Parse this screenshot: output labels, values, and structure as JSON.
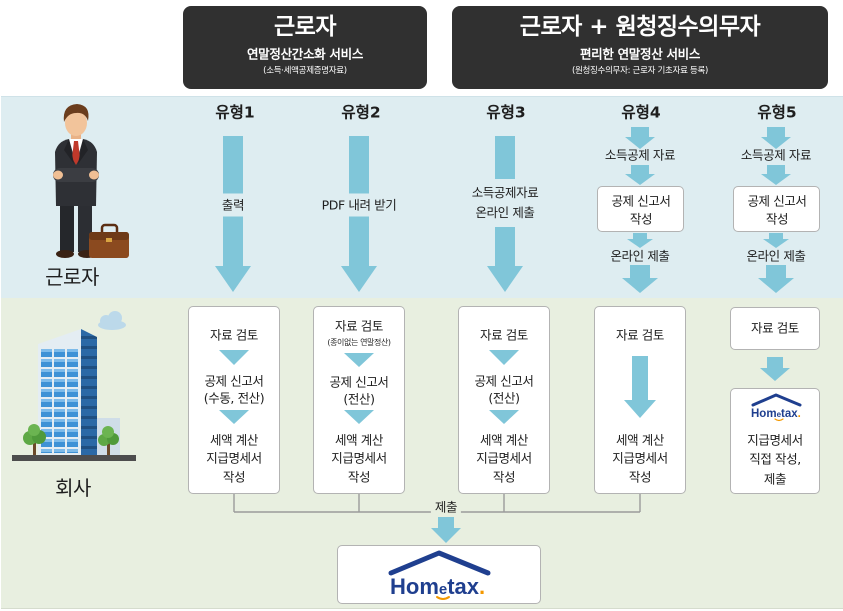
{
  "header": {
    "worker": {
      "title": "근로자",
      "subtitle": "연말정산간소화 서비스",
      "note": "(소득·세액공제증명자료)"
    },
    "worker_and_agent": {
      "title": "근로자 + 원청징수의무자",
      "subtitle": "편리한 연말정산 서비스",
      "note": "(원청징수의무자: 근로자 기초자료 등록)"
    }
  },
  "rows": {
    "worker": "근로자",
    "company": "회사"
  },
  "types": [
    {
      "label": "유형1",
      "worker": {
        "steps": [
          "출력"
        ]
      },
      "company": {
        "review": "자료 검토",
        "form": [
          "공제 신고서",
          "(수동, 전산)"
        ],
        "result": [
          "세액 계산",
          "지급명세서",
          "작성"
        ]
      }
    },
    {
      "label": "유형2",
      "worker": {
        "steps": [
          "PDF 내려 받기"
        ]
      },
      "company": {
        "review": "자료 검토",
        "review_note": "(종이없는 연말정산)",
        "form": [
          "공제 신고서",
          "(전산)"
        ],
        "result": [
          "세액 계산",
          "지급명세서",
          "작성"
        ]
      }
    },
    {
      "label": "유형3",
      "worker": {
        "steps": [
          "소득공제자료",
          "온라인 제출"
        ]
      },
      "company": {
        "review": "자료 검토",
        "form": [
          "공제 신고서",
          "(전산)"
        ],
        "result": [
          "세액 계산",
          "지급명세서",
          "작성"
        ]
      }
    },
    {
      "label": "유형4",
      "worker": {
        "source": "소득공제 자료",
        "form": [
          "공제 신고서",
          "작성"
        ],
        "submit": "온라인 제출"
      },
      "company": {
        "review": "자료 검토",
        "result": [
          "세액 계산",
          "지급명세서",
          "작성"
        ]
      }
    },
    {
      "label": "유형5",
      "worker": {
        "source": "소득공제 자료",
        "form": [
          "공제 신고서",
          "작성"
        ],
        "submit": "온라인 제출"
      },
      "company": {
        "review": "자료 검토",
        "result": [
          "지급명세서",
          "직접 작성,",
          "제출"
        ]
      }
    }
  ],
  "submission": {
    "label": "제출"
  },
  "logo": {
    "parts": [
      "Hom",
      "e",
      "tax",
      "."
    ]
  },
  "icons": {
    "worker": "businessman-icon",
    "company": "office-building-icon",
    "destination": "hometax-logo"
  },
  "colors": {
    "header_bg": "#303030",
    "worker_band": "#deedf1",
    "company_band": "#e8efe0",
    "arrow": "#80c6d9",
    "logo_blue": "#1f3f8f",
    "logo_orange": "#f39800"
  }
}
